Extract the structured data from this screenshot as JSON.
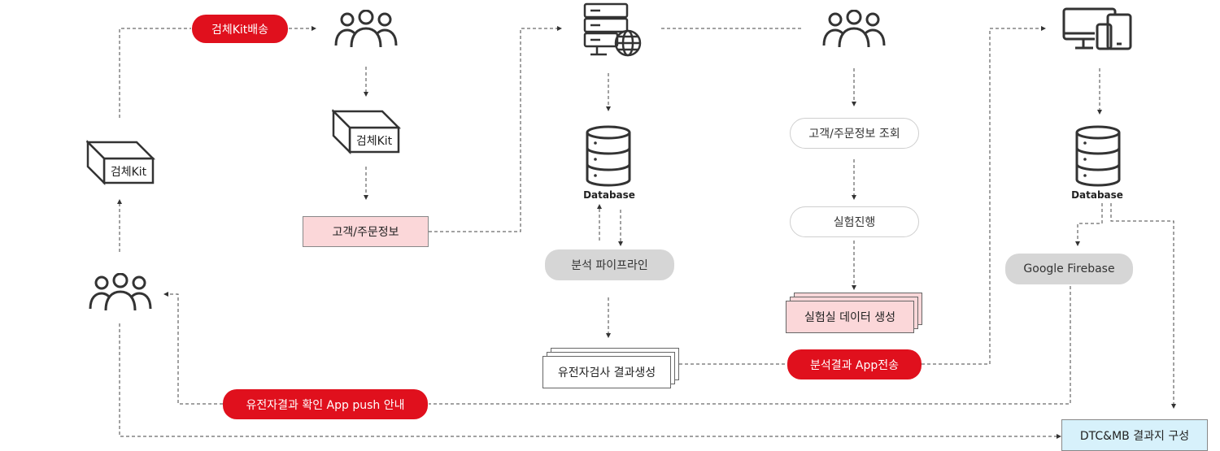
{
  "labels": {
    "kit_shipping": "검체Kit배송",
    "kit_left": "검체Kit",
    "kit_top": "검체Kit",
    "customer_order_info": "고객/주문정보",
    "customer_order_lookup": "고객/주문정보 조회",
    "lab_progress": "실험진행",
    "lab_data_generation": "실험실 데이터 생성",
    "analysis_pipeline": "분석 파이프라인",
    "genetic_test_result": "유전자검사 결과생성",
    "analysis_result_app": "분석결과 App전송",
    "app_push": "유전자결과 확인 App push 안내",
    "google_firebase": "Google Firebase",
    "dtc_report": "DTC&MB 결과지 구성",
    "database_1": "Database",
    "database_2": "Database"
  },
  "icons": {
    "people_1": "people-group-icon",
    "people_2": "people-group-icon",
    "people_3": "people-group-icon",
    "server_web": "server-globe-icon",
    "devices": "desktop-mobile-devices-icon",
    "db": "database-cylinder-icon"
  },
  "colors": {
    "red": "#e0101d",
    "pink": "#fbd7d9",
    "blue": "#d7f1fb",
    "gray": "#d6d6d6",
    "line": "#333333"
  }
}
